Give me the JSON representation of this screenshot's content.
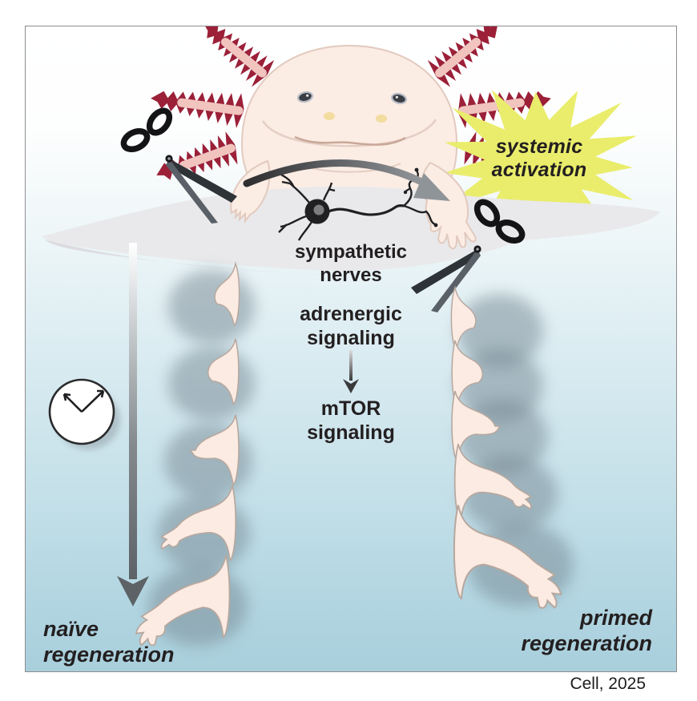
{
  "figure_title": "axolotl systemic activation graphical abstract",
  "labels": {
    "systemic_activation": {
      "line1": "systemic",
      "line2": "activation"
    },
    "sympathetic_nerves": {
      "line1": "sympathetic",
      "line2": "nerves"
    },
    "adrenergic_signaling": {
      "line1": "adrenergic",
      "line2": "signaling"
    },
    "mtor_signaling": {
      "line1": "mTOR",
      "line2": "signaling"
    },
    "naive_regeneration": {
      "line1": "naïve",
      "line2": "regeneration"
    },
    "primed_regeneration": {
      "line1": "primed",
      "line2": "regeneration"
    }
  },
  "credit": "Cell, 2025",
  "icons": {
    "scissors_left": "scissors-icon",
    "scissors_right": "scissors-icon",
    "clock": "clock-icon",
    "neuron": "neuron-icon",
    "starburst": "starburst-icon"
  },
  "colors": {
    "background_top": "#ffffff",
    "background_bottom": "#a9cfdc",
    "text": "#231f20",
    "starburst": "#e9ed6b",
    "gills": "#9b2038",
    "gill_inner": "#f1c4be",
    "skin": "#fbece4",
    "skin_outline": "#e2cabe",
    "ground": "#e9e9eb",
    "limb": "#fbebe2",
    "limb_outline": "#b7a89f",
    "shadow_blob": "#768792",
    "arrow_dark": "#5c6266",
    "scissors": "#17171a"
  }
}
